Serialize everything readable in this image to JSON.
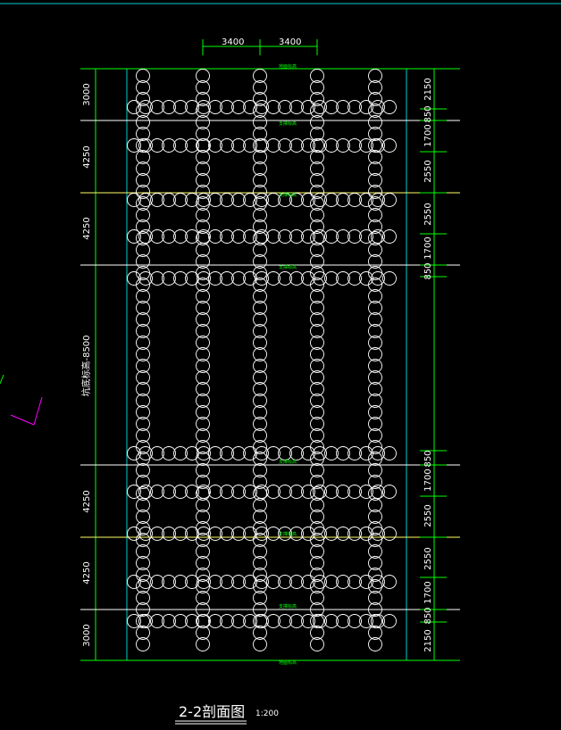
{
  "drawing": {
    "title": "2-2剖面图",
    "scale": "1:200",
    "colors": {
      "background": "#000000",
      "grid_green": "#00ff00",
      "frame_cyan": "#00cccc",
      "accent_yellow": "#ffff66",
      "piles_white": "#ffffff",
      "ucs_magenta": "#ff00ff"
    },
    "top_dimensions": [
      "3400",
      "3400"
    ],
    "left_dimensions": [
      "3000",
      "4250",
      "4250",
      "坑底标高-8500",
      "4250",
      "4250",
      "3000"
    ],
    "right_dimensions": [
      "2150",
      "850",
      "1700",
      "2550",
      "2550",
      "1700",
      "850",
      "850",
      "1700",
      "2550",
      "2550",
      "1700",
      "850",
      "2150"
    ],
    "level_labels": [
      "地面标高",
      "支撑标高",
      "支撑标高",
      "支撑标高",
      "支撑标高",
      "支撑标高",
      "支撑标高",
      "地面标高"
    ]
  }
}
